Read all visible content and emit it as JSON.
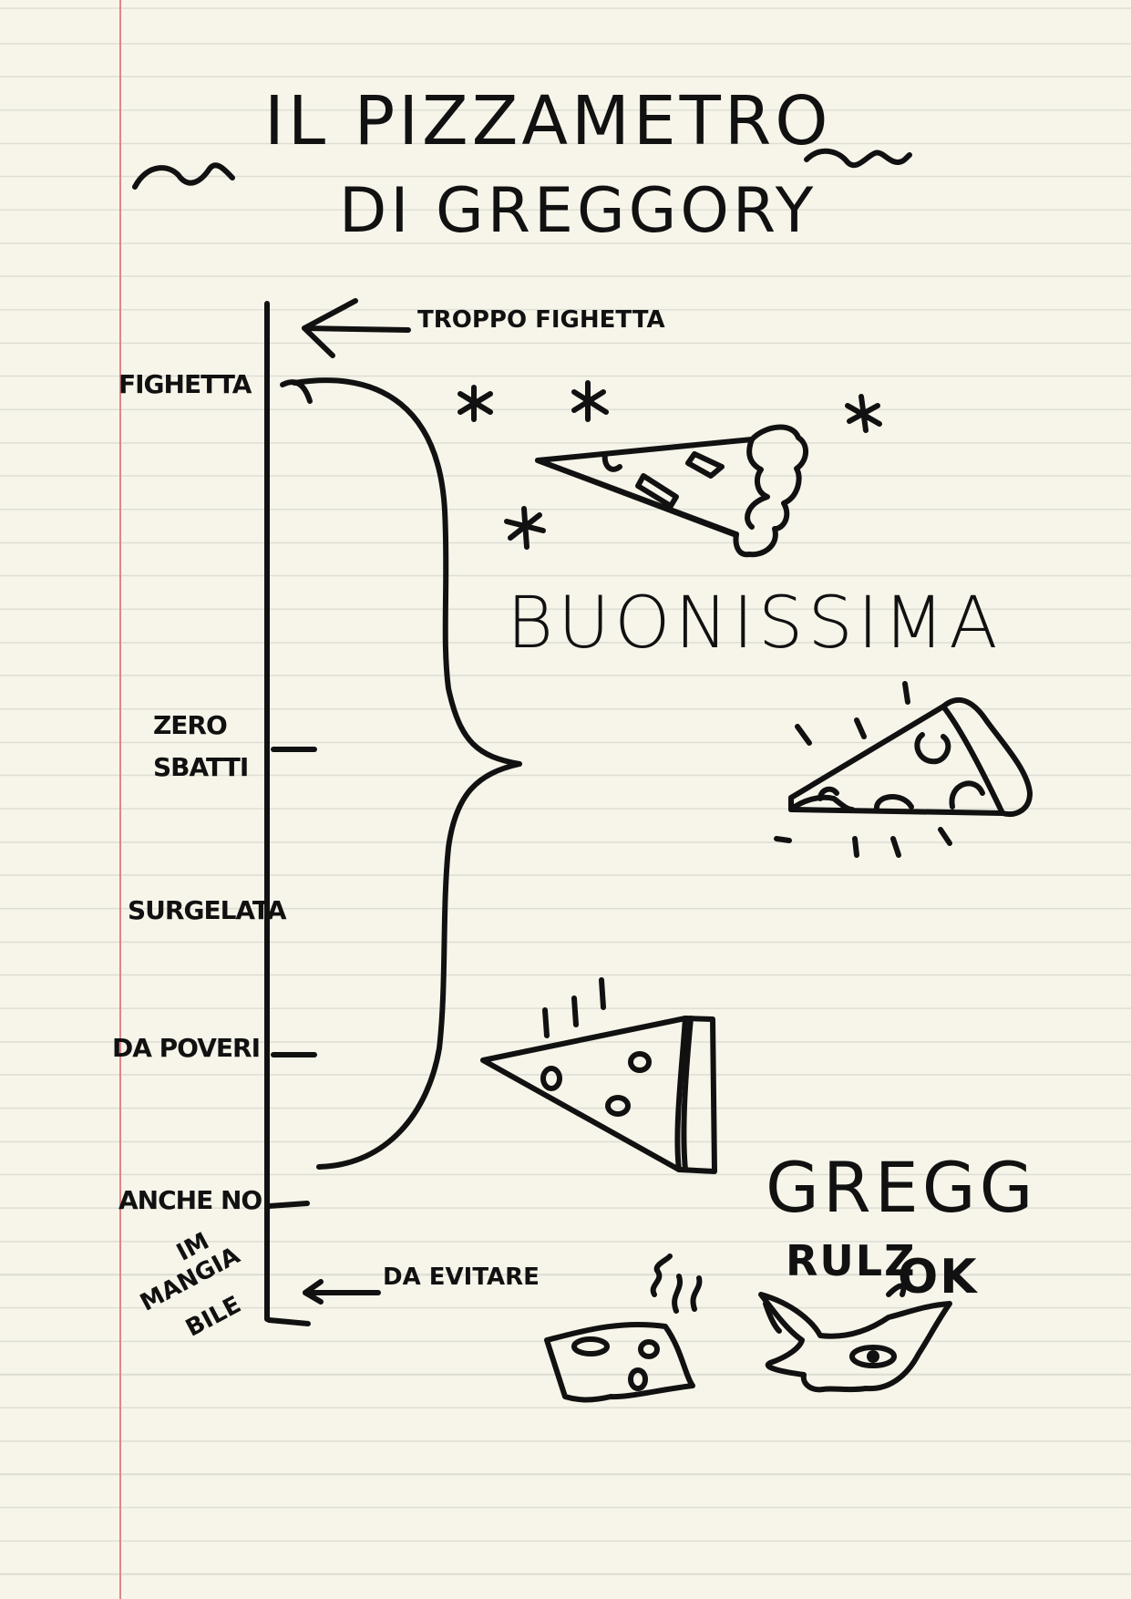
{
  "title": {
    "line1": "IL PIZZAMETRO",
    "line2": "DI GREGGORY"
  },
  "scale": {
    "top_arrow_label": "TROPPO FIGHETTA",
    "levels": [
      "FIGHETTA",
      "ZERO",
      "SBATTI",
      "SURGELATA",
      "DA POVERI",
      "ANCHE NO",
      "IM",
      "MANGIA",
      "BILE"
    ],
    "bottom_arrow_label": "DA EVITARE"
  },
  "annotations": {
    "bracket_label": "BUONISSIMA",
    "signature": "GREGG",
    "signature_sub": "RULZ",
    "ok_label": "OK"
  },
  "icons": [
    "star-icon",
    "gourmet-pizza-slice-icon",
    "shiny-pizza-slice-icon",
    "steaming-cheap-pizza-slice-icon",
    "steaming-frozen-pizza-icon",
    "grumpy-cat-face-icon",
    "left-arrow-icon",
    "curly-brace-icon"
  ]
}
